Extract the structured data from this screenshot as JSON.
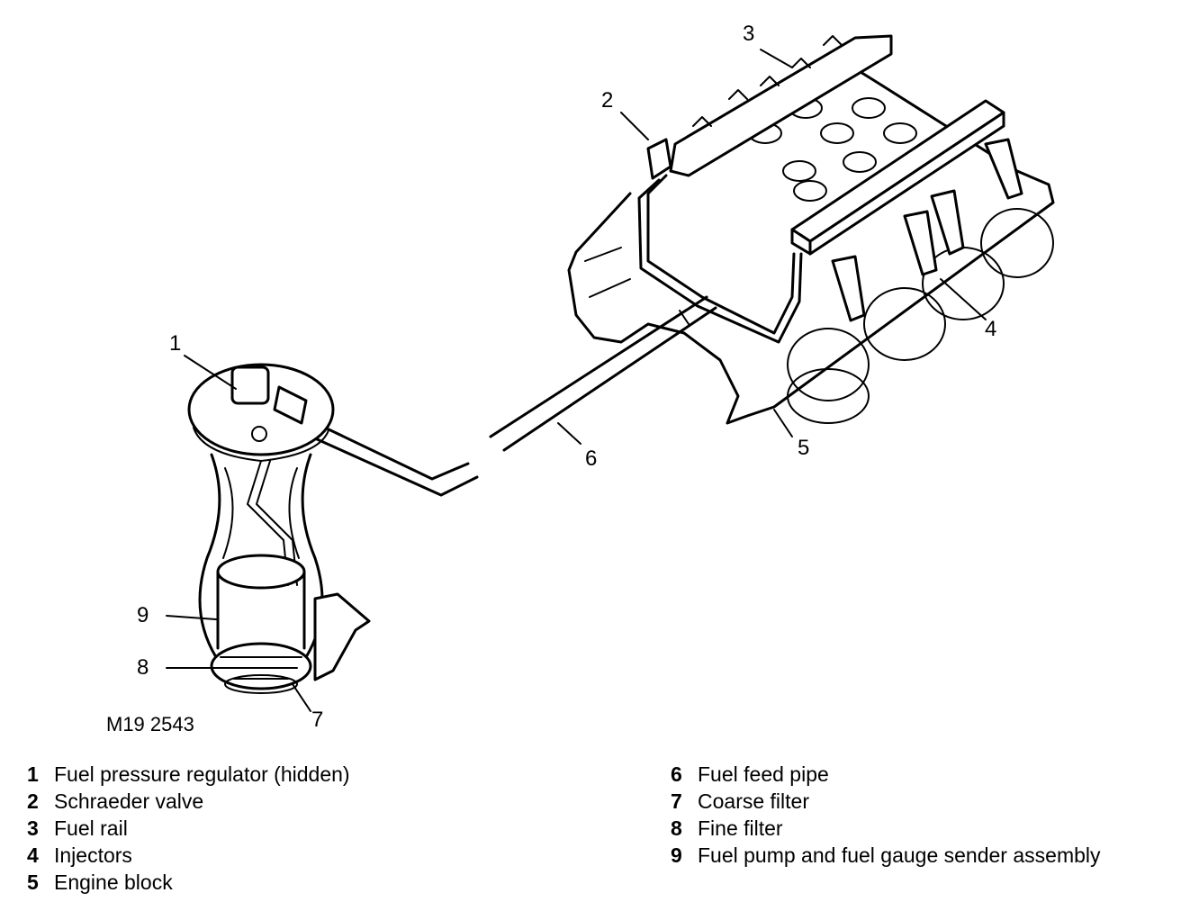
{
  "figure_ref": "M19 2543",
  "callouts": [
    "1",
    "2",
    "3",
    "4",
    "5",
    "6",
    "7",
    "8",
    "9"
  ],
  "legend": [
    {
      "num": "1",
      "text": "Fuel pressure regulator (hidden)"
    },
    {
      "num": "2",
      "text": "Schraeder valve"
    },
    {
      "num": "3",
      "text": "Fuel rail"
    },
    {
      "num": "4",
      "text": "Injectors"
    },
    {
      "num": "5",
      "text": "Engine block"
    },
    {
      "num": "6",
      "text": "Fuel feed pipe"
    },
    {
      "num": "7",
      "text": "Coarse filter"
    },
    {
      "num": "8",
      "text": "Fine filter"
    },
    {
      "num": "9",
      "text": "Fuel pump and fuel gauge sender assembly"
    }
  ]
}
